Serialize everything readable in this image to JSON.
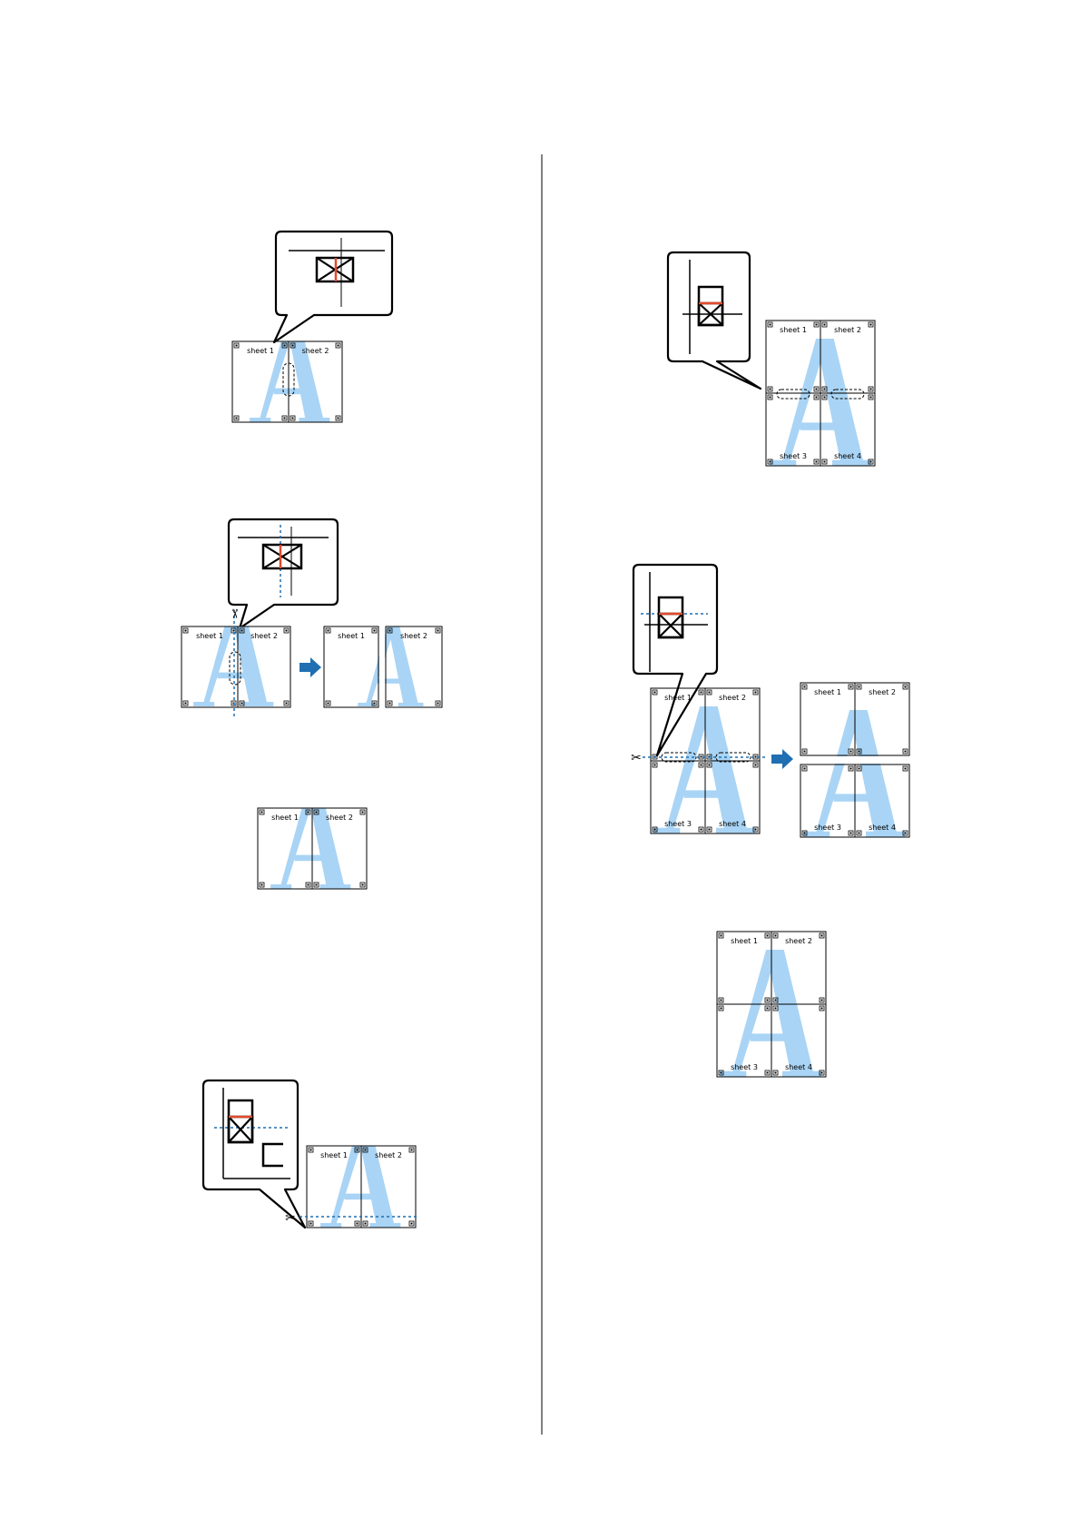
{
  "labels": {
    "sheet1": "sheet 1",
    "sheet2": "sheet 2",
    "sheet3": "sheet 3",
    "sheet4": "sheet 4"
  },
  "glyphs": {
    "big_letter": "A",
    "scissors": "✂"
  },
  "colors": {
    "accent_blue": "#1f6fb2",
    "letter_blue": "#a9d4f5",
    "red_edge": "#e04b2b",
    "ink": "#000000"
  }
}
